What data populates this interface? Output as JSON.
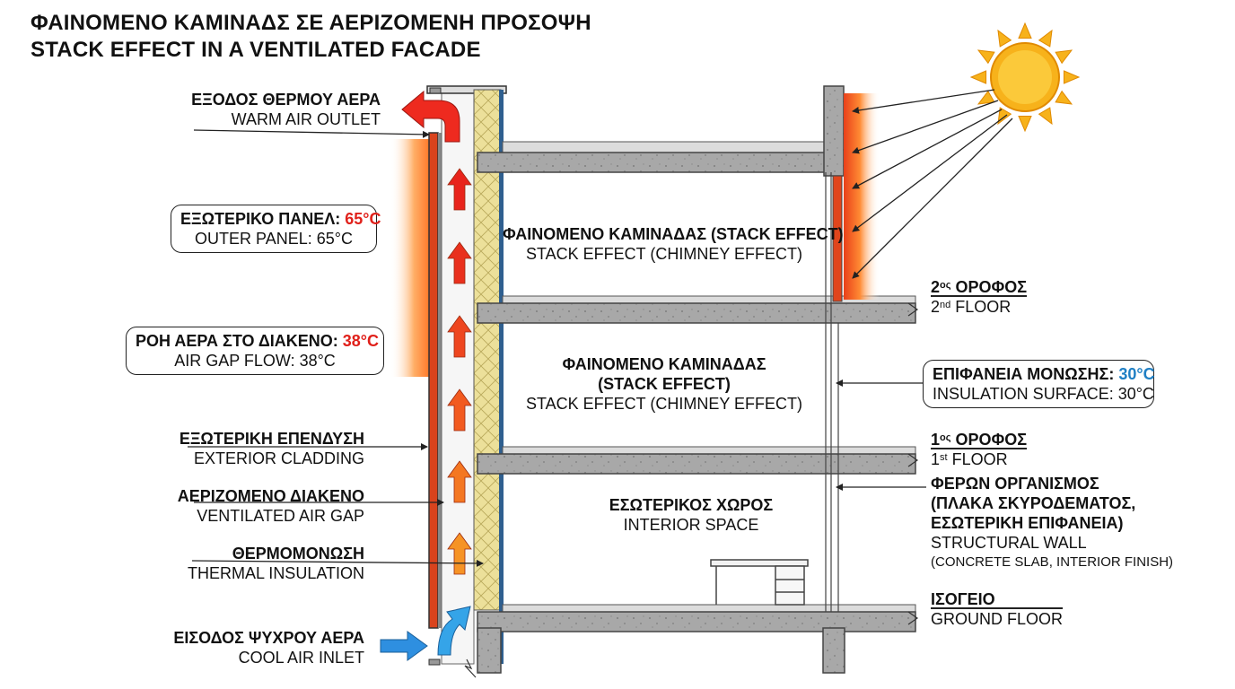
{
  "title": {
    "line1": "ΦΑΙΝΟΜΕΝΟ ΚΑΜΙΝΑΔΣ ΣΕ ΑΕΡΙΖΟΜΕΝΗ ΠΡΟΣΟΨΗ",
    "line2": "STACK EFFECT IN A VENTILATED FACADE"
  },
  "left_labels": {
    "outlet": {
      "gr": "ΕΞΟΔΟΣ ΘΕΡΜΟΥ ΑΕΡΑ",
      "en": "WARM AIR OUTLET"
    },
    "panel": {
      "gr_prefix": "ΕΞΩΤΕΡΙΚΟ ΠΑΝΕΛ:",
      "gr_value": "65°C",
      "en": "OUTER PANEL: 65°C"
    },
    "gap_flow": {
      "gr_prefix": "ΡΟΗ ΑΕΡΑ ΣΤΟ ΔΙΑΚΕΝΟ:",
      "gr_value": "38°C",
      "en": "AIR GAP FLOW: 38°C"
    },
    "cladding": {
      "gr": "ΕΞΩΤΕΡΙΚΗ ΕΠΕΝΔΥΣΗ",
      "en": "EXTERIOR CLADDING"
    },
    "air_gap": {
      "gr": "ΑΕΡΙΖΟΜΕΝΟ ΔΙΑΚΕΝΟ",
      "en": "VENTILATED AIR GAP"
    },
    "insulation": {
      "gr": "ΘΕΡΜΟΜΟΝΩΣΗ",
      "en": "THERMAL INSULATION"
    },
    "inlet": {
      "gr": "ΕΙΣΟΔΟΣ ΨΥΧΡΟΥ ΑΕΡΑ",
      "en": "COOL AIR INLET"
    }
  },
  "center_labels": {
    "floor3": {
      "gr": "ΦΑΙΝΟΜΕΝΟ ΚΑΜΙΝΑΔΑΣ (STACK EFFECT)",
      "en": "STACK EFFECT (CHIMNEY EFFECT)"
    },
    "floor2": {
      "gr1": "ΦΑΙΝΟΜΕΝΟ ΚΑΜΙΝΑΔΑΣ",
      "gr2": "(STACK EFFECT)",
      "en": "STACK EFFECT (CHIMNEY EFFECT)"
    },
    "floor1": {
      "gr": "ΕΣΩΤΕΡΙΚΟΣ ΧΩΡΟΣ",
      "en": "INTERIOR SPACE"
    }
  },
  "right_labels": {
    "floor_2": {
      "gr_num": "2",
      "gr_sup": "ος",
      "gr_word": "ΟΡΟΦΟΣ",
      "en_num": "2",
      "en_sup": "nd",
      "en_word": "FLOOR"
    },
    "insulation_surface": {
      "gr_prefix": "ΕΠΙΦΑΝΕΙΑ ΜΟΝΩΣΗΣ:",
      "gr_value": "30°C",
      "en": "INSULATION SURFACE: 30°C"
    },
    "floor_1": {
      "gr_num": "1",
      "gr_sup": "ος",
      "gr_word": "ΟΡΟΦΟΣ",
      "en_num": "1",
      "en_sup": "st",
      "en_word": "FLOOR"
    },
    "structural": {
      "gr1": "ΦΕΡΩΝ ΟΡΓΑΝΙΣΜΟΣ",
      "gr2": "(ΠΛΑΚΑ ΣΚΥΡΟΔΕΜΑΤΟΣ,",
      "gr3": "ΕΣΩΤΕΡΙΚΗ ΕΠΙΦΑΝΕΙΑ)",
      "en1": "STRUCTURAL WALL",
      "en2": "(CONCRETE SLAB, INTERIOR FINISH)"
    },
    "ground": {
      "gr": "ΙΣΟΓΕΙΟ",
      "en": "GROUND FLOOR"
    }
  },
  "colors": {
    "hot": "#e0201a",
    "cool": "#1f7fc4",
    "concrete": "#9a9a9a",
    "insulation": "#e9dc93",
    "sun": "#f7b21b"
  },
  "icons": [
    "sun-icon",
    "warm-air-arrow-icon",
    "cool-air-arrow-icon",
    "desk-icon"
  ]
}
